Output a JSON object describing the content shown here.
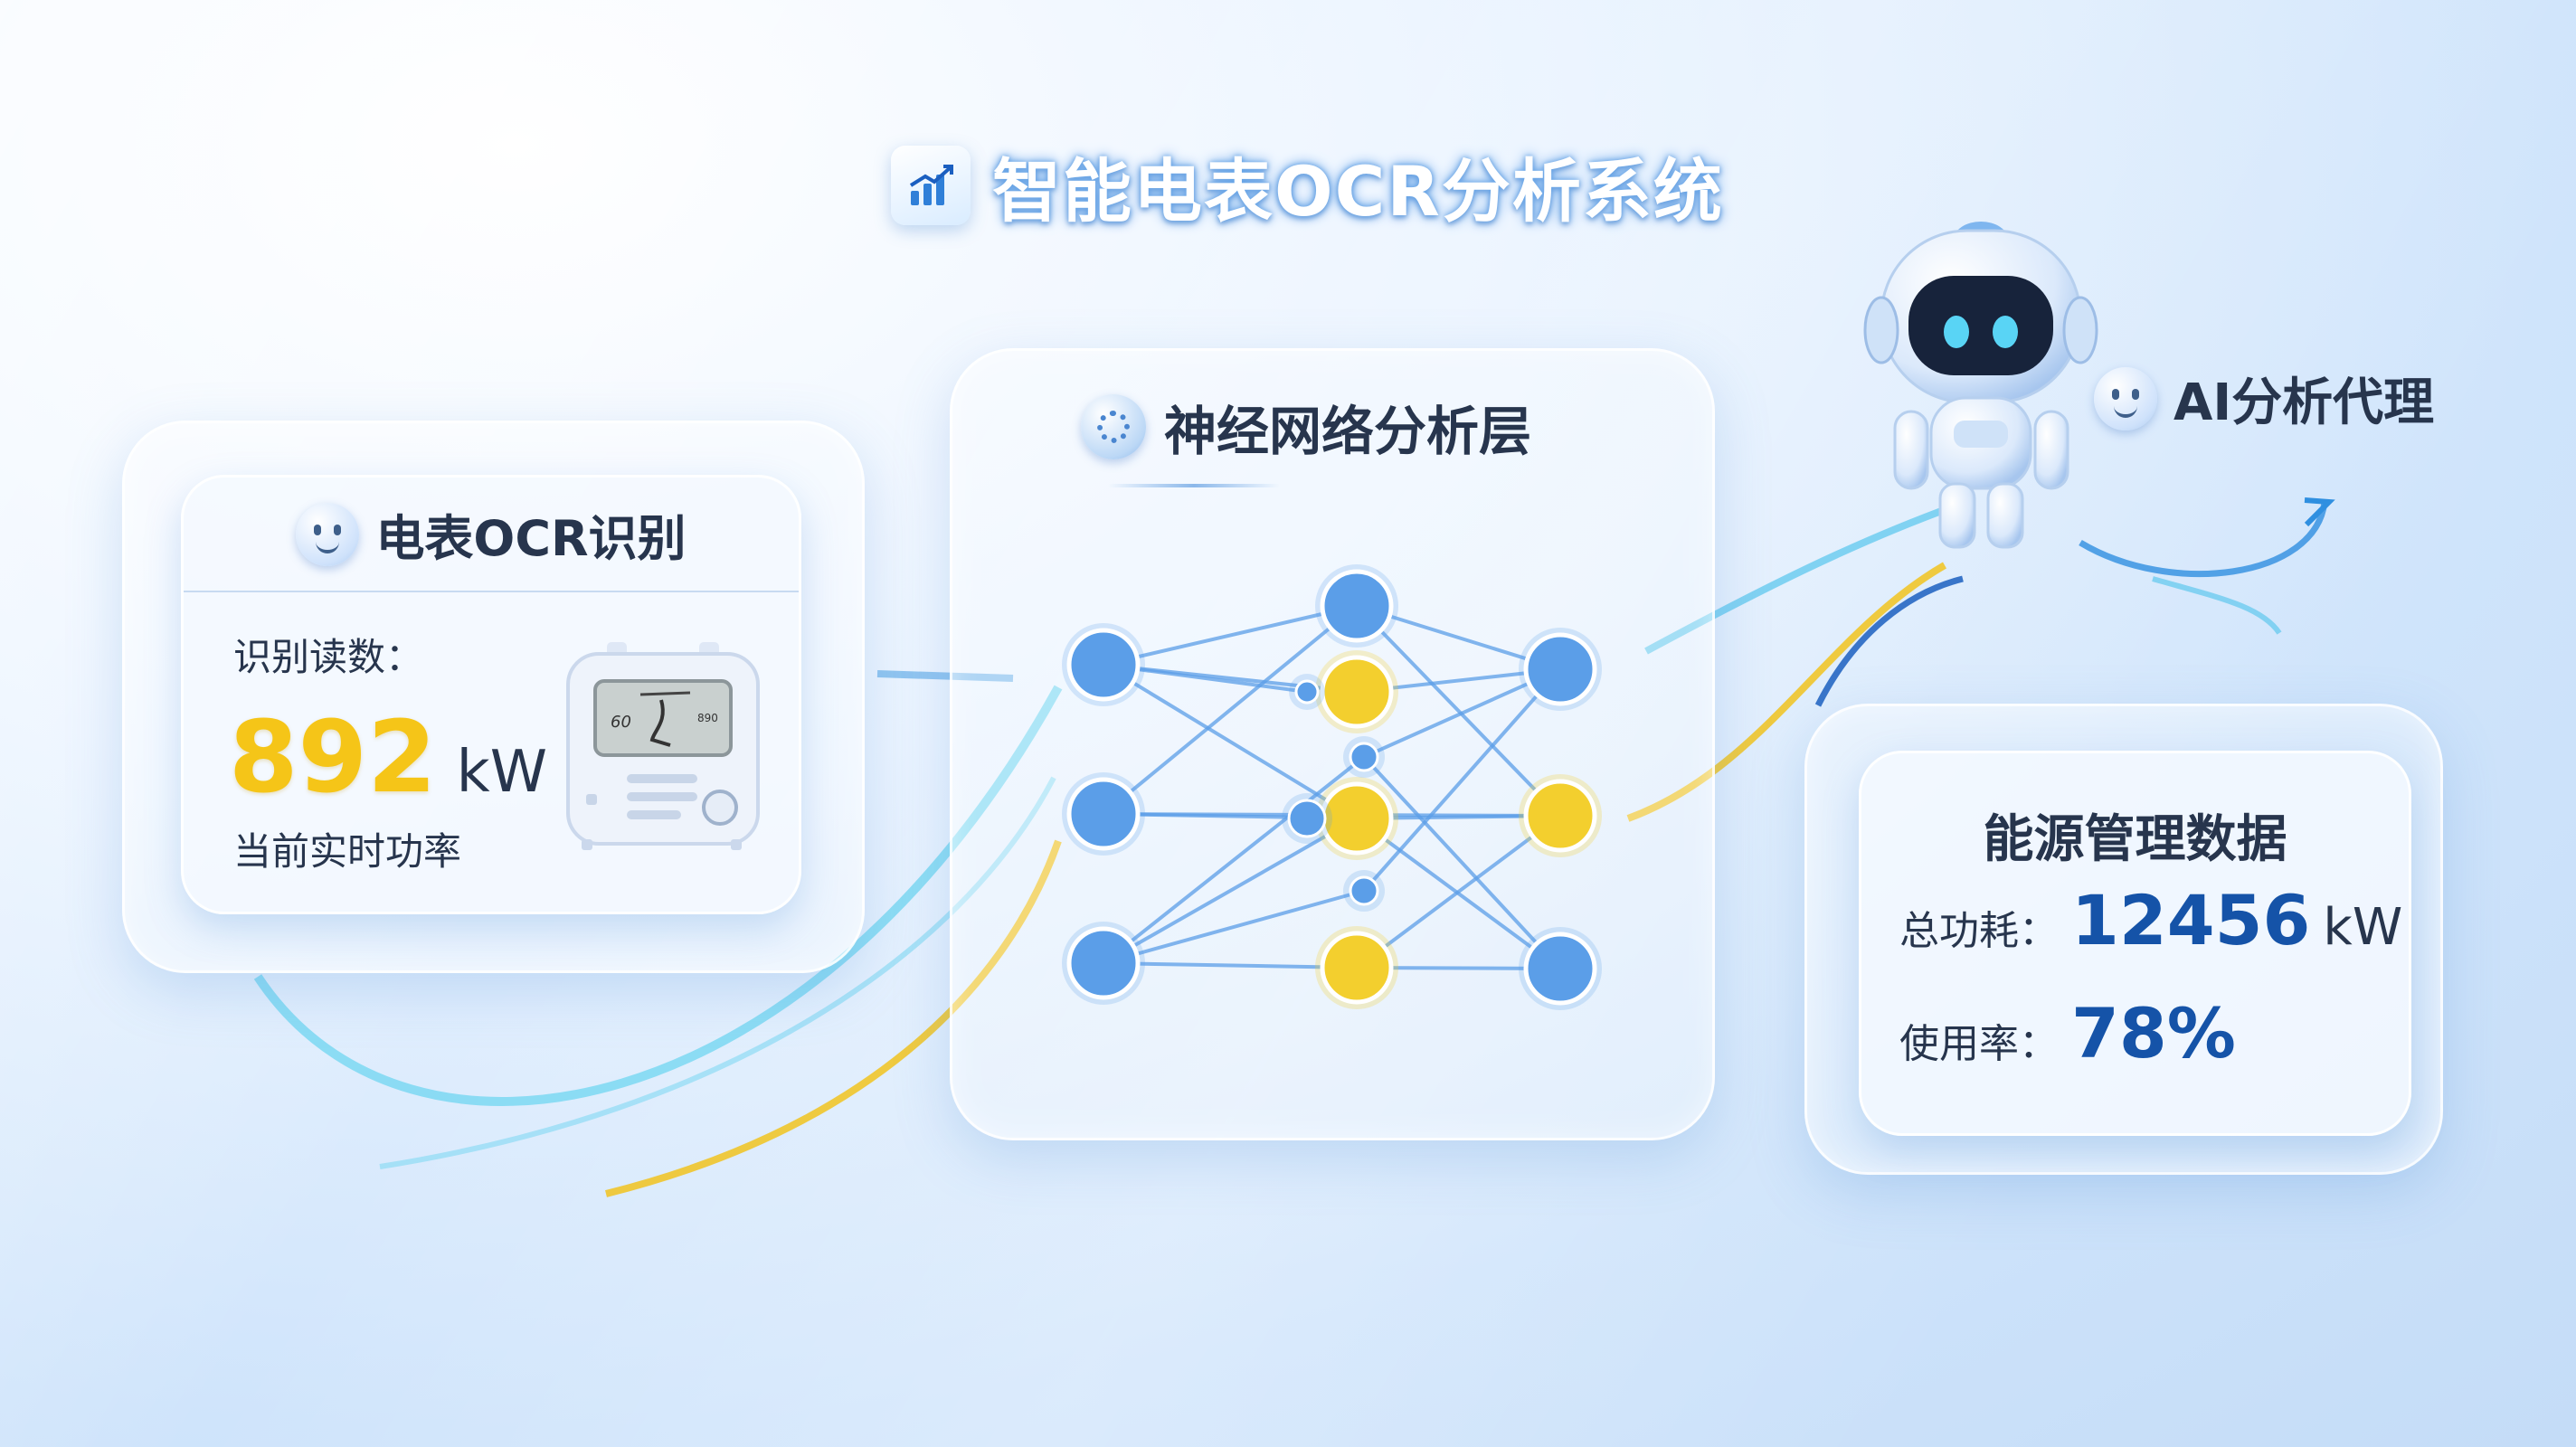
{
  "header": {
    "title": "智能电表OCR分析系统",
    "icon": "bar-chart-icon"
  },
  "ocr_card": {
    "title": "电表OCR识别",
    "reading_label": "识别读数：",
    "reading_value": "892",
    "reading_unit": "kW",
    "subtitle": "当前实时功率",
    "meter_display_left": "60",
    "meter_display_right": "890"
  },
  "neural_layer": {
    "title": "神经网络分析层"
  },
  "agent": {
    "label": "AI分析代理"
  },
  "energy_card": {
    "title": "能源管理数据",
    "total_label": "总功耗：",
    "total_value": "12456",
    "total_unit": "kW",
    "usage_label": "使用率：",
    "usage_value": "78%"
  },
  "colors": {
    "accent_yellow": "#f5c518",
    "accent_blue": "#1553a8",
    "node_blue": "#5b9ee8",
    "node_yellow": "#f3cf2e"
  }
}
